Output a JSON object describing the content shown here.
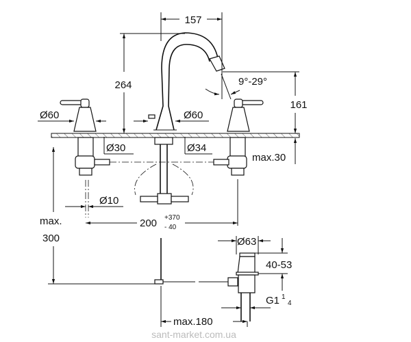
{
  "drawing": {
    "dimensions": {
      "spout_reach": "157",
      "total_height": "264",
      "spout_height": "161",
      "spout_angle": "9°-29°",
      "handle_diameter": "Ø60",
      "spout_base_diameter": "Ø60",
      "handle_hole": "Ø30",
      "spout_hole": "Ø34",
      "max_deck_thickness": "max.30",
      "hose_diameter": "Ø10",
      "spacing_base": "200",
      "spacing_plus": "+370",
      "spacing_minus": "- 40",
      "max_depth_label": "max.",
      "max_depth_value": "300",
      "drain_diameter": "Ø63",
      "drain_height": "40-53",
      "drain_thread": "G1",
      "drain_thread_fraction_num": "1",
      "drain_thread_fraction_den": "4",
      "rod_length": "max.180"
    },
    "watermark": "sant-market.com.ua"
  }
}
